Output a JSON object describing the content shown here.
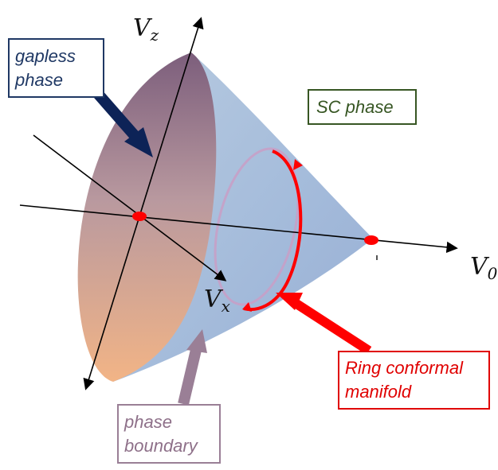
{
  "axes": {
    "vz": {
      "main": "V",
      "sub": "z"
    },
    "vx": {
      "main": "V",
      "sub": "x"
    },
    "v0": {
      "main": "V",
      "sub": "0"
    }
  },
  "labels": {
    "gapless": {
      "line1": "gapless",
      "line2": "phase",
      "color": "#1f3864"
    },
    "sc": {
      "text": "SC phase",
      "color": "#375623"
    },
    "boundary": {
      "line1": "phase",
      "line2": "boundary",
      "color": "#8e7089"
    },
    "ring": {
      "line1": "Ring conformal",
      "line2": "manifold",
      "color": "#e00000"
    }
  },
  "colors": {
    "cone_surface": "#a9c0dd",
    "gapless_top": "#7c5e7c",
    "gapless_bottom": "#f2b486",
    "gapless_arrow": "#0d2357",
    "boundary_arrow": "#9a7f96",
    "ring": "#ff0000",
    "origin_dot": "#ff0000"
  }
}
